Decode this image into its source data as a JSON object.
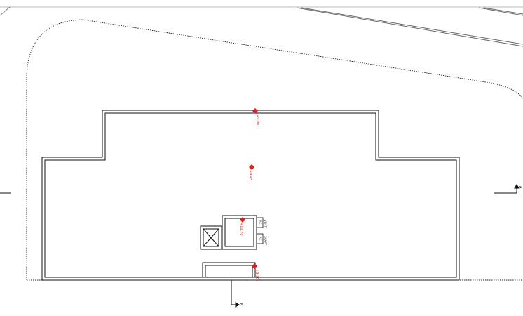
{
  "colors": {
    "background": "#ffffff",
    "linework": "#000000",
    "elevation_marker": "#e02020"
  },
  "elevations": {
    "top_wall": "+9.80",
    "upper_roof": "+9.45",
    "stair_core": "+10.70",
    "lower_wall": "+9.30"
  },
  "section_marks": {
    "right": "A",
    "bottom": "B"
  },
  "core_labels": {
    "box_a": "RC",
    "box_b": "RC",
    "tag_a": "VENT",
    "tag_b": "SHAFT"
  },
  "icons": {
    "skylight": "x-box-icon",
    "section": "section-arrow-icon",
    "elevation": "elevation-marker-icon"
  }
}
